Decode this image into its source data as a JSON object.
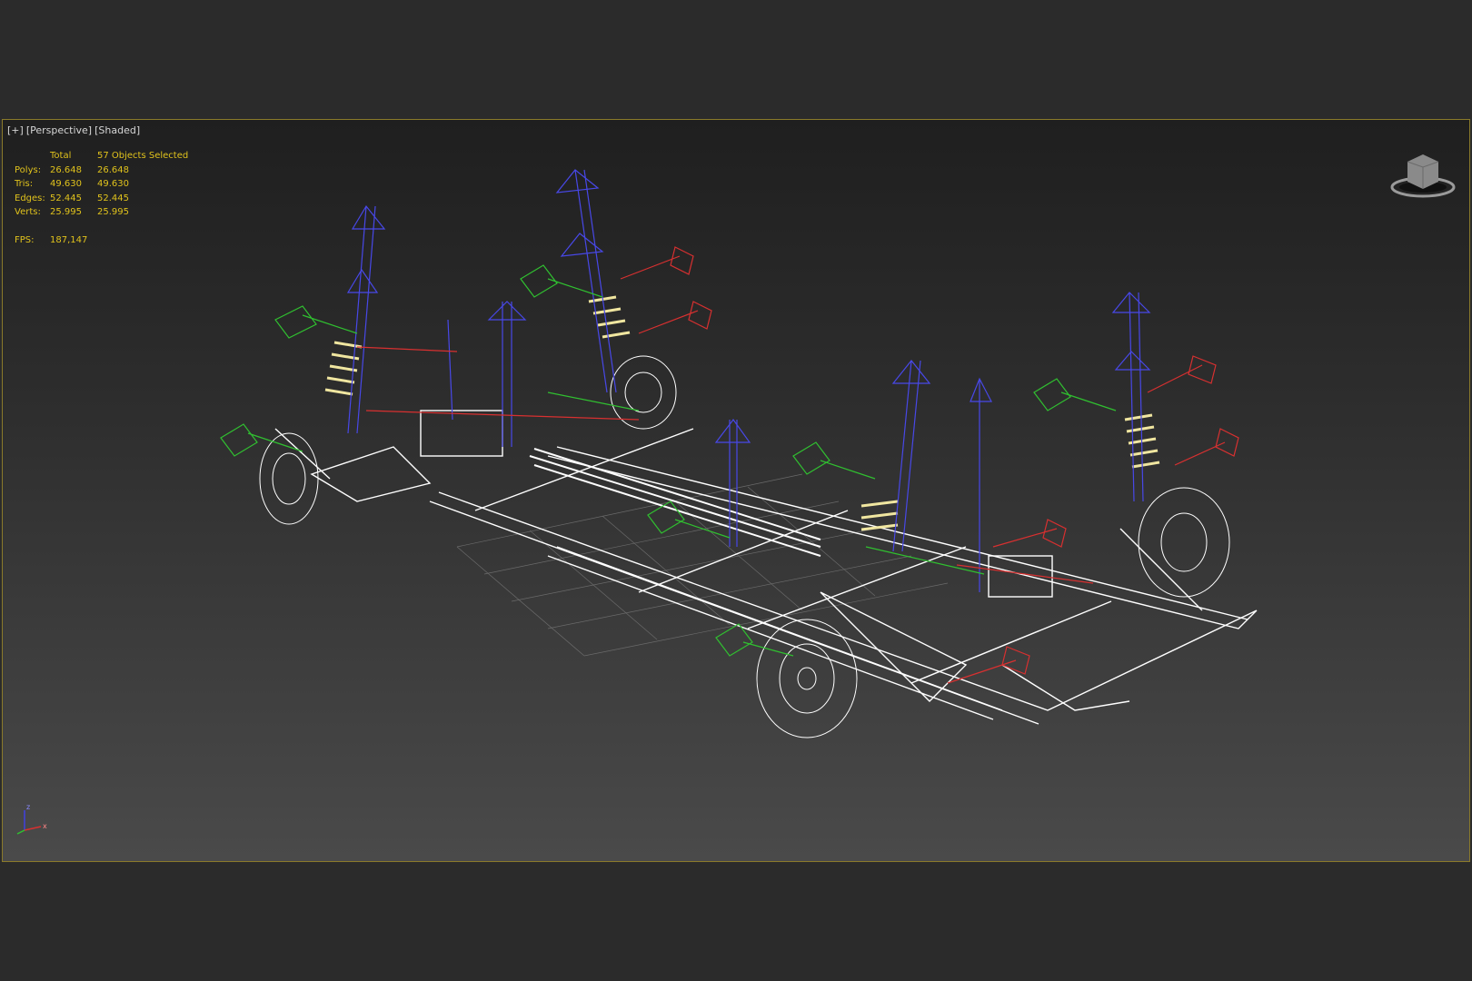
{
  "viewport": {
    "label": {
      "menu": "[+]",
      "view": "[Perspective]",
      "shading": "[Shaded]"
    },
    "stats": {
      "header": {
        "total": "Total",
        "selected": "57 Objects Selected"
      },
      "rows": [
        {
          "label": "Polys:",
          "total": "26.648",
          "selected": "26.648"
        },
        {
          "label": "Tris:",
          "total": "49.630",
          "selected": "49.630"
        },
        {
          "label": "Edges:",
          "total": "52.445",
          "selected": "52.445"
        },
        {
          "label": "Verts:",
          "total": "25.995",
          "selected": "25.995"
        }
      ],
      "fps_label": "FPS:",
      "fps_value": "187,147"
    },
    "axis": {
      "z": "z",
      "x": "x"
    },
    "colors": {
      "border": "#8a7a2a",
      "stats_text": "#e0c21c",
      "x_gizmo": "#d83030",
      "y_gizmo": "#30c030",
      "z_gizmo": "#4040e0",
      "wire": "#ffffff"
    }
  }
}
